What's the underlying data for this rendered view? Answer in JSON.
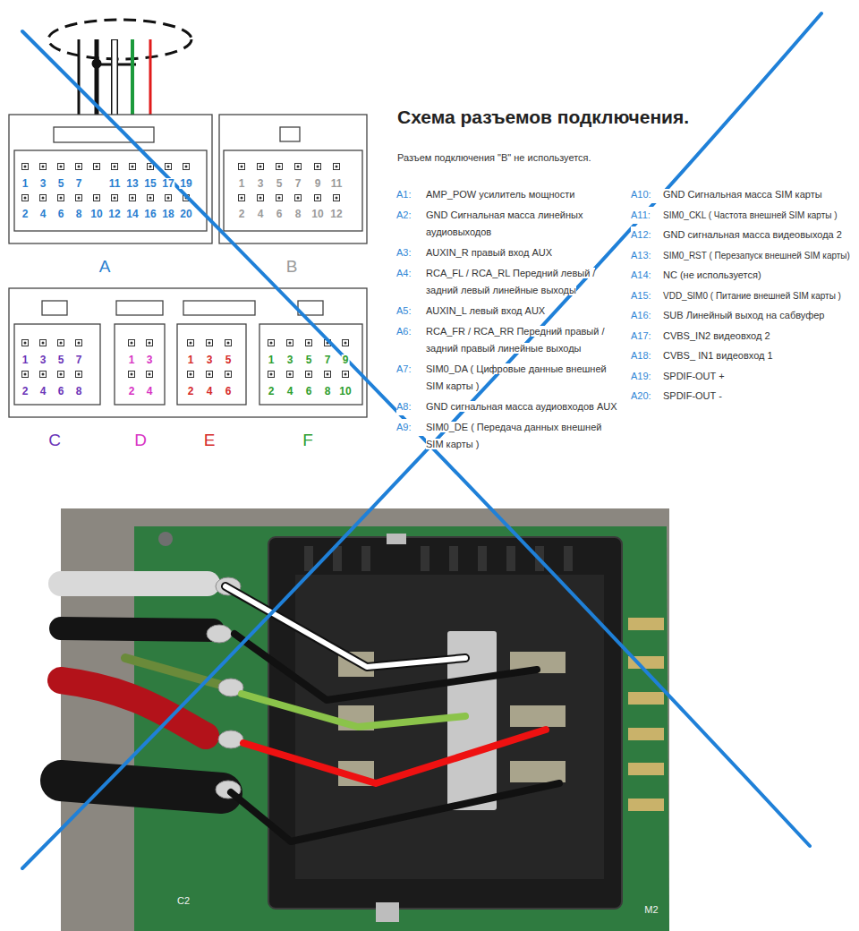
{
  "diagram": {
    "title": "Схема разъемов подключения.",
    "labels": [
      "1",
      "3",
      "5",
      "7",
      "11",
      "13",
      "15",
      "17",
      "19",
      "2",
      "4",
      "6",
      "8",
      "10",
      "12",
      "14",
      "16",
      "18",
      "20",
      "A",
      "1",
      "3",
      "5",
      "7",
      "9",
      "11",
      "2",
      "4",
      "6",
      "8",
      "10",
      "12",
      "B",
      "1",
      "3",
      "5",
      "7",
      "2",
      "4",
      "6",
      "8",
      "C",
      "1",
      "3",
      "2",
      "4",
      "D",
      "1",
      "3",
      "5",
      "2",
      "4",
      "6",
      "E",
      "1",
      "3",
      "5",
      "7",
      "9",
      "2",
      "4",
      "6",
      "8",
      "10",
      "F",
      "Разъем подключения \"В\" не используется.",
      "A1:",
      "AMP_POW усилитель мощности",
      "A2:",
      "GND Сигнальная масса линейных аудиовыходов",
      "A3:",
      "AUXIN_R правый вход AUX",
      "A4:",
      "RCA_FL / RCA_RL Передний левый / задний левый линейные выходы",
      "A5:",
      "AUXIN_L левый вход AUX",
      "A6:",
      "RCA_FR / RCA_RR Передний правый / задний правый линейные выходы",
      "A7:",
      "SIM0_DA ( Цифровые данные внешней SIM карты )",
      "A8:",
      "GND сигнальная масса аудиовходов AUX",
      "A9:",
      "SIM0_DE ( Передача данных внешней SIM карты )",
      "A10:",
      "GND Сигнальная масса SIM карты",
      "A11:",
      "SIM0_CKL ( Частота внешней SIM карты )",
      "A12:",
      "GND сигнальная масса видеовыхода 2",
      "A13:",
      "SIM0_RST ( Перезапуск внешней SIM карты)",
      "A14:",
      "NC (не используется)",
      "A15:",
      "VDD_SIM0 ( Питание внешней SIM карты )",
      "A16:",
      "SUB Линейный выход на сабвуфер",
      "A17:",
      "CVBS_IN2 видеовход 2",
      "A18:",
      "CVBS_ IN1 видеовход 1",
      "A19:",
      "SPDIF-OUT +",
      "A20:",
      "SPDIF-OUT -",
      "C2",
      "M2"
    ]
  }
}
